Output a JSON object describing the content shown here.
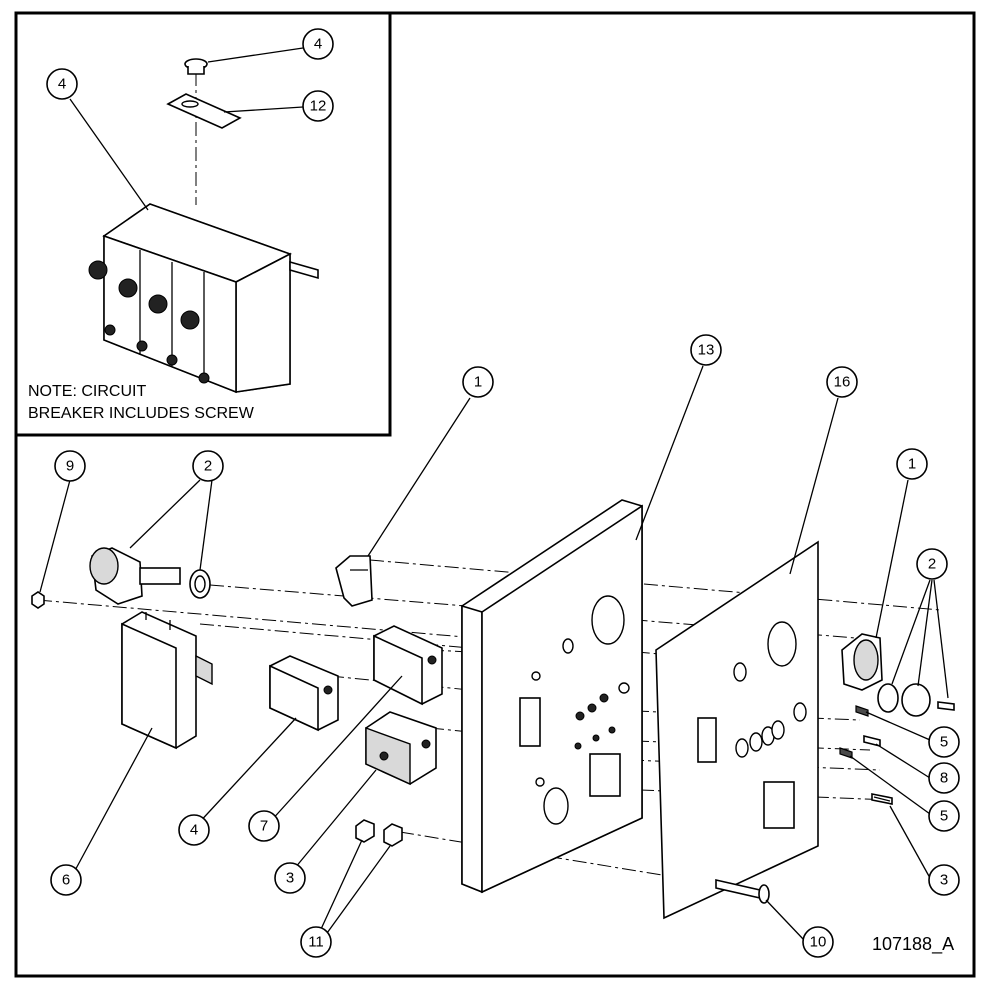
{
  "note": {
    "line1": "NOTE: CIRCUIT",
    "line2": "BREAKER INCLUDES SCREW"
  },
  "drawing_number": "107188_A",
  "callouts": {
    "inset_screw": "4",
    "inset_breaker": "4",
    "inset_plate": "12",
    "item_9": "9",
    "item_2_left": "2",
    "item_1_top": "1",
    "item_13": "13",
    "item_16": "16",
    "item_1_right": "1",
    "item_2_right": "2",
    "item_5_upper": "5",
    "item_8": "8",
    "item_5_lower": "5",
    "item_3_right": "3",
    "item_10": "10",
    "item_11": "11",
    "item_3_left": "3",
    "item_7": "7",
    "item_4": "4",
    "item_6": "6"
  }
}
